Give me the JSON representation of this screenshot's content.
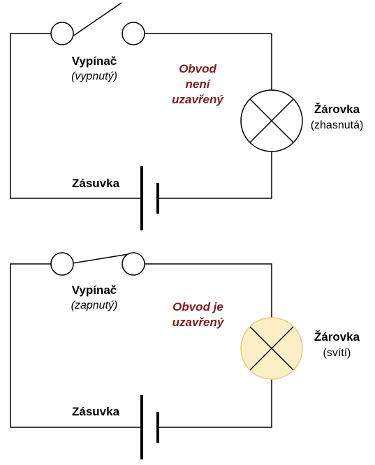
{
  "colors": {
    "wire": "#000000",
    "status_text": "#7f1b1b",
    "bulb_off_fill": "#ffffff",
    "bulb_on_fill": "#fcefc6",
    "bulb_on_stroke": "#e8c97e"
  },
  "circuits": [
    {
      "switch_label": "Vypínač",
      "switch_state": "(vypnutý)",
      "status": "Obvod\nnení\nuzavřený",
      "bulb_label": "Žárovka",
      "bulb_state": "(zhasnutá)",
      "socket_label": "Zásuvka",
      "switch_closed": false,
      "bulb_lit": false
    },
    {
      "switch_label": "Vypínač",
      "switch_state": "(zapnutý)",
      "status": "Obvod je\nuzavřený",
      "bulb_label": "Žárovka",
      "bulb_state": "(svítí)",
      "socket_label": "Zásuvka",
      "switch_closed": true,
      "bulb_lit": true
    }
  ]
}
